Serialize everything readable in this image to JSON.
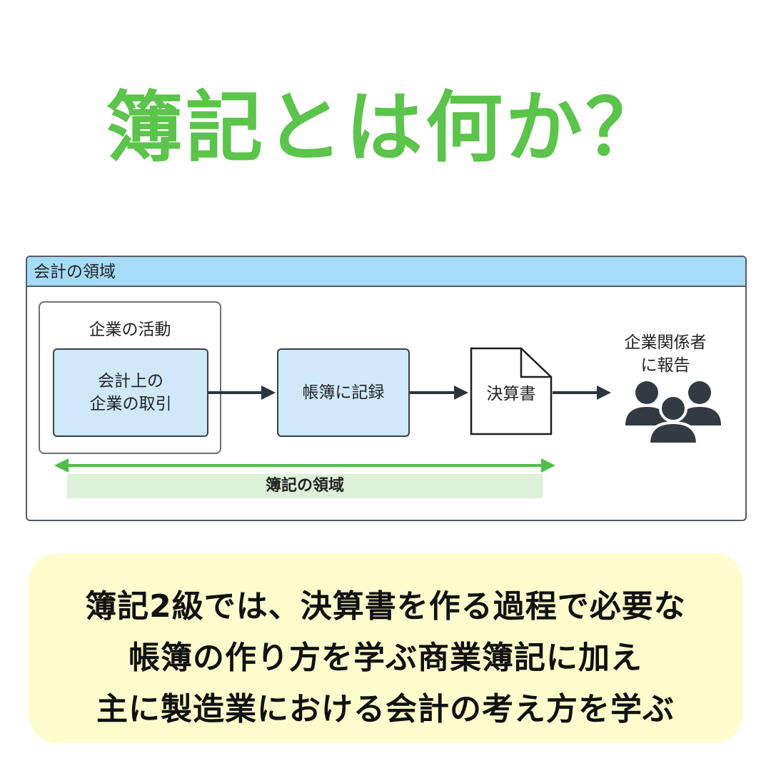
{
  "title": "簿記とは何か？",
  "colors": {
    "title": "#5bc44a",
    "frame_header": "#a6dbfa",
    "process_box": "#cfe9fb",
    "arrow": "#2b3540",
    "scope_arrow": "#4fbf45",
    "scope_band": "#dcf1d8",
    "note_bg": "#fefccc"
  },
  "diagram": {
    "frame_label": "会計の領域",
    "group_label": "企業の活動",
    "nodes": {
      "transaction": [
        "会計上の",
        "企業の取引"
      ],
      "record": "帳簿に記録",
      "statement": "決算書",
      "stakeholders": [
        "企業関係者",
        "に報告"
      ]
    },
    "icons": {
      "document": "document-icon",
      "people": "people-group-icon"
    },
    "scope_label": "簿記の領域"
  },
  "note": {
    "lines": [
      "簿記2級では、決算書を作る過程で必要な",
      "帳簿の作り方を学ぶ商業簿記に加え",
      "主に製造業における会計の考え方を学ぶ"
    ]
  }
}
